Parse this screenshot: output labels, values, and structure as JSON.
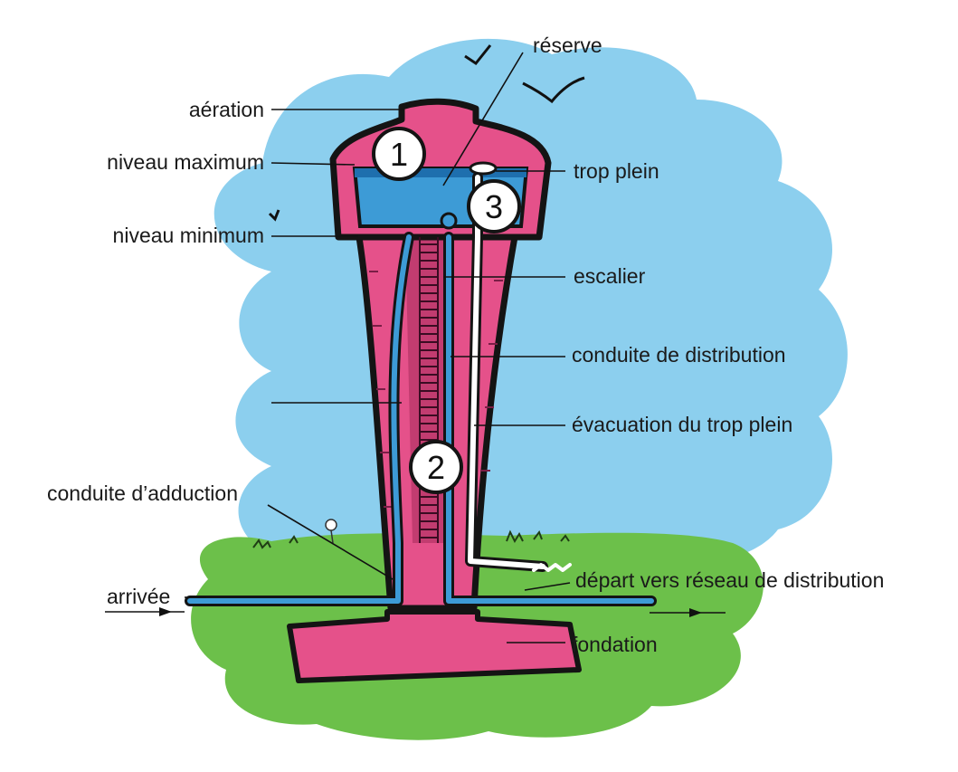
{
  "diagram": {
    "labels": {
      "reserve": "réserve",
      "aeration": "aération",
      "niveau_maximum": "niveau maximum",
      "niveau_minimum": "niveau minimum",
      "trop_plein": "trop plein",
      "escalier": "escalier",
      "conduite_distribution": "conduite de distribution",
      "evacuation_trop_plein": "évacuation du trop plein",
      "conduite_adduction": "conduite d’adduction",
      "arrivee": "arrivée",
      "depart_reseau": "départ vers réseau de distribution",
      "fondation": "fondation"
    },
    "markers": [
      "1",
      "2",
      "3"
    ],
    "colors": {
      "sky": "#8ccfee",
      "grass": "#6cc04a",
      "tower": "#e5518a",
      "water": "#3d9bd6",
      "outline": "#141414"
    }
  }
}
